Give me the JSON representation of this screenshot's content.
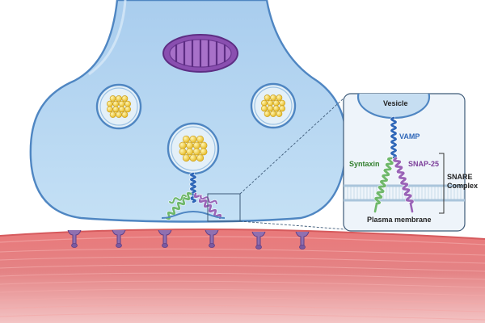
{
  "labels": {
    "vesicle": "Vesicle",
    "vamp": "VAMP",
    "syntaxin": "Syntaxin",
    "snap25": "SNAP-25",
    "snare_complex_line1": "SNARE",
    "snare_complex_line2": "Complex",
    "plasma_membrane": "Plasma membrane"
  },
  "colors": {
    "terminal": "#b5d6f1",
    "terminal_outline": "#4f86c2",
    "mitochondrion": "#8a4fb0",
    "vesicle_fill": "#e4f0f8",
    "neurotransmitter": "#f3d24a",
    "vamp": "#2f67b8",
    "syntaxin": "#6fb86a",
    "snap25": "#9a63b7",
    "muscle": "#e46f71",
    "receptor": "#9070b0",
    "label_vamp": "#2f67b8",
    "label_syntaxin": "#2f7d2a",
    "label_snap25": "#7c3e99",
    "label_dark": "#222222"
  }
}
